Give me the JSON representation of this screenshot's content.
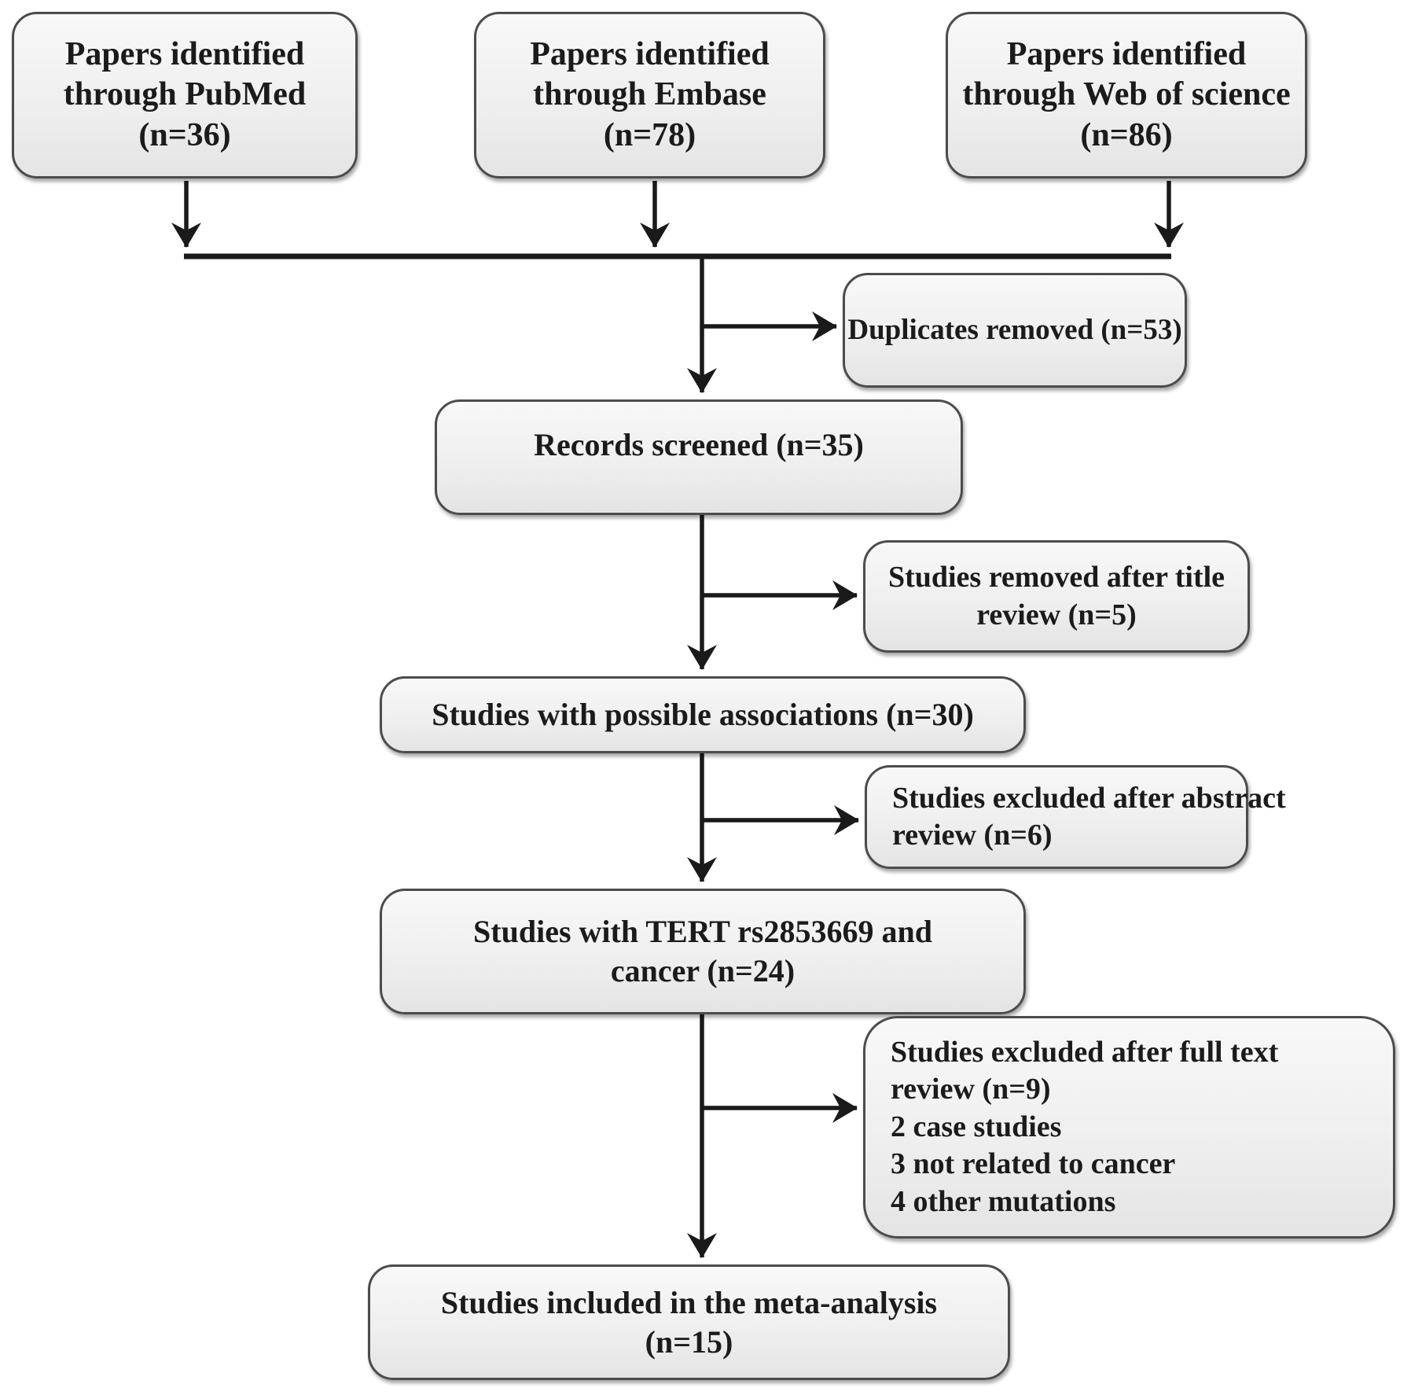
{
  "figure": {
    "kind": "study-selection flow diagram",
    "colors": {
      "background": "#ffffff",
      "box_fill_top": "#f8f8f8",
      "box_fill_bottom": "#e4e4e4",
      "box_border": "#4c4c4c",
      "arrow_color": "#1a1a1a",
      "text_color": "#1b1b1b"
    },
    "nodes": {
      "pubmed": {
        "n": 36,
        "label": "Papers identified\nthrough PubMed\n(n=36)"
      },
      "embase": {
        "n": 78,
        "label": "Papers identified\nthrough Embase\n(n=78)"
      },
      "web_of_science": {
        "n": 86,
        "label": "Papers identified\nthrough Web of science\n(n=86)"
      },
      "duplicates_removed": {
        "n": 53,
        "label": "Duplicates removed (n=53)"
      },
      "records_screened": {
        "n": 35,
        "label": "Records screened (n=35)"
      },
      "removed_after_title_review": {
        "n": 5,
        "label": "Studies removed after title\nreview (n=5)"
      },
      "possible_associations": {
        "n": 30,
        "label": "Studies with possible associations (n=30)"
      },
      "excluded_after_abstract_review": {
        "n": 6,
        "label": "Studies excluded after abstract\nreview (n=6)"
      },
      "tert_rs2853669_and_cancer": {
        "n": 24,
        "label": "Studies with TERT rs2853669 and\ncancer (n=24)"
      },
      "excluded_after_full_text_review": {
        "n": 9,
        "reasons": [
          {
            "n": 2,
            "reason": "case studies"
          },
          {
            "n": 3,
            "reason": "not related to cancer"
          },
          {
            "n": 4,
            "reason": "other mutations"
          }
        ],
        "label": "Studies excluded after full text\nreview (n=9)\n2 case studies\n3 not related to cancer\n4 other mutations"
      },
      "included_in_meta_analysis": {
        "n": 15,
        "label": "Studies included in the meta-analysis\n(n=15)"
      }
    }
  }
}
